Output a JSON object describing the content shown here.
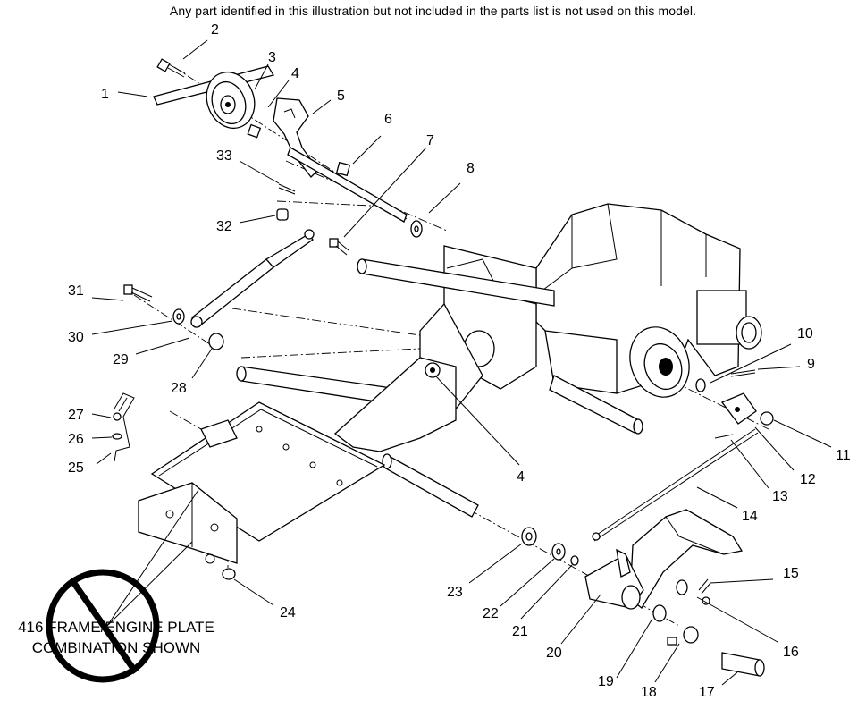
{
  "header_note": "Any part identified in this illustration but not included in the parts list is not used on this model.",
  "callouts": [
    "1",
    "2",
    "3",
    "4",
    "5",
    "6",
    "7",
    "8",
    "9",
    "10",
    "11",
    "12",
    "13",
    "14",
    "15",
    "16",
    "17",
    "18",
    "19",
    "20",
    "21",
    "22",
    "23",
    "24",
    "25",
    "26",
    "27",
    "28",
    "29",
    "30",
    "31",
    "32",
    "33",
    "4"
  ],
  "caption": {
    "line1": "416 FRAME/ENGINE PLATE",
    "line2": "COMBINATION SHOWN"
  }
}
